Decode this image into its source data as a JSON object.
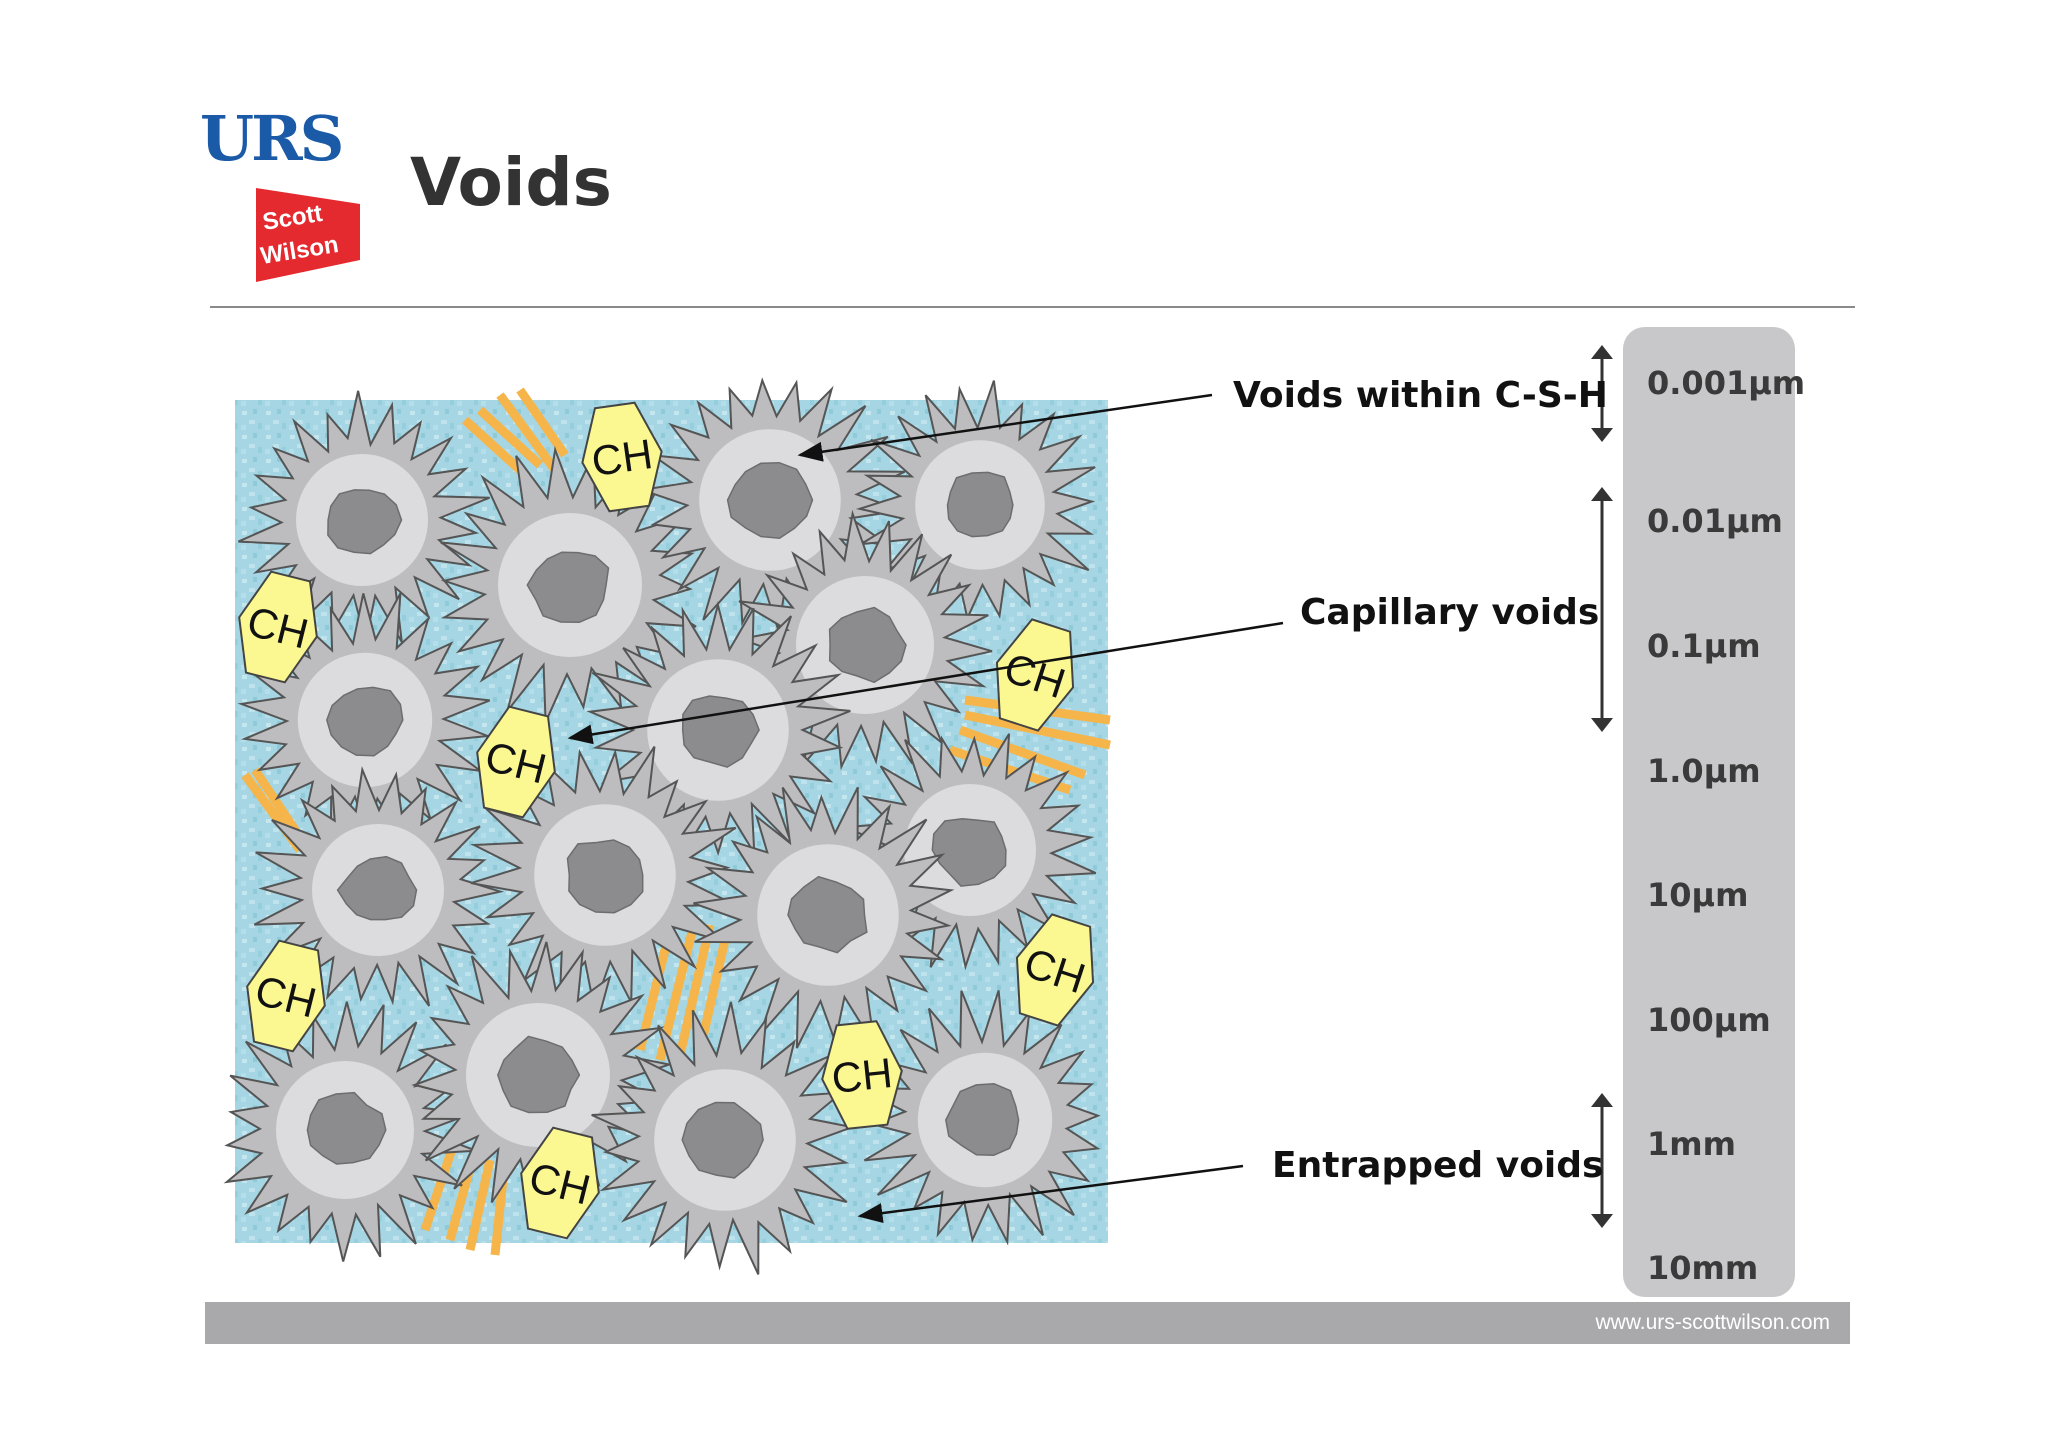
{
  "logo": {
    "primary": "URS",
    "secondary_line1": "Scott",
    "secondary_line2": "Wilson"
  },
  "page_title": "Voids",
  "footer": {
    "url": "www.urs-scottwilson.com"
  },
  "diagram": {
    "particle_label": "CH",
    "annotations": {
      "csh": "Voids within C-S-H",
      "capillary": "Capillary voids",
      "entrapped": "Entrapped voids"
    }
  },
  "scale": {
    "labels": [
      "0.001μm",
      "0.01μm",
      "0.1μm",
      "1.0μm",
      "10μm",
      "100μm",
      "1mm",
      "10mm"
    ]
  },
  "colors": {
    "brand_blue": "#1b5aa6",
    "brand_red": "#e42a2f",
    "matrix_blue": "#a6d6e3",
    "grain_light": "#dcdbdd",
    "grain_core": "#8c8b8d",
    "ch_yellow": "#fbf791",
    "needle_orange": "#f5b54a",
    "scale_gray": "#c8c7c9",
    "footer_gray": "#a9a8aa"
  }
}
